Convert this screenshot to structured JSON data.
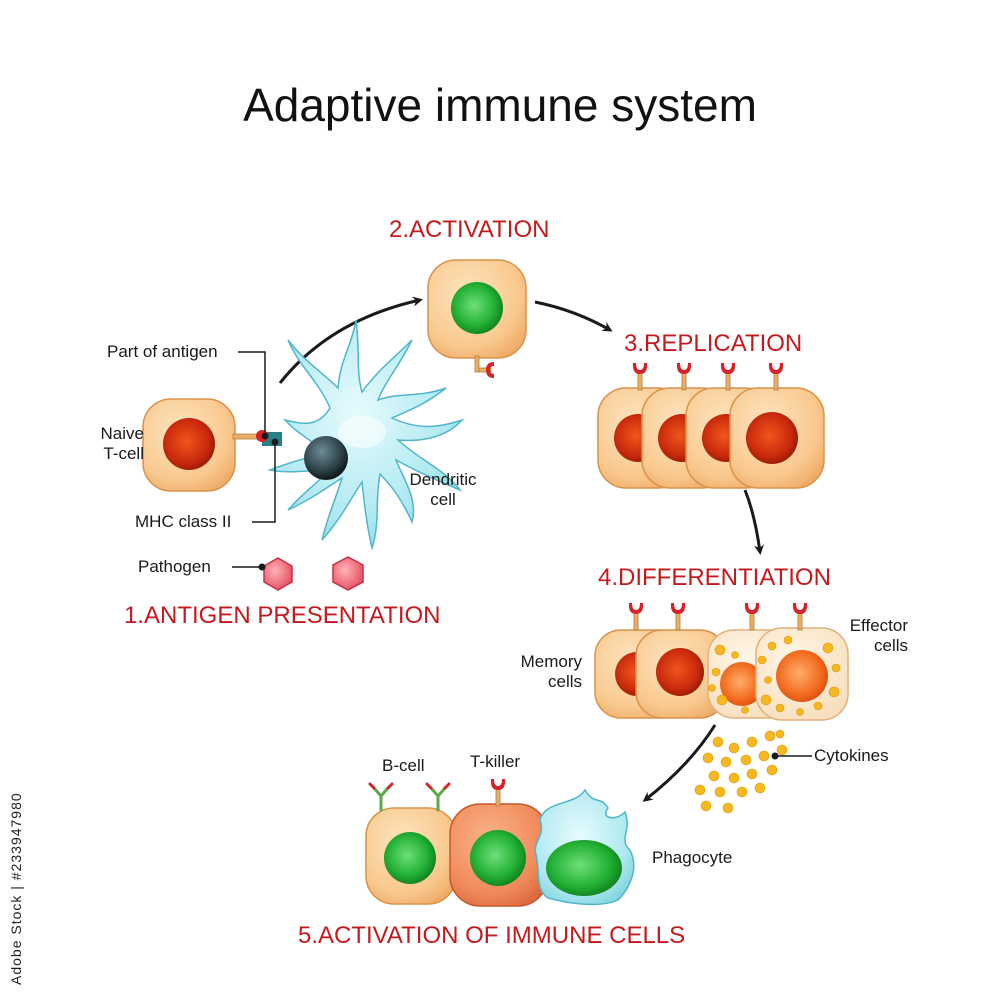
{
  "title": "Adaptive immune system",
  "steps": {
    "s1": "1.ANTIGEN PRESENTATION",
    "s2": "2.ACTIVATION",
    "s3": "3.REPLICATION",
    "s4": "4.DIFFERENTIATION",
    "s5": "5.ACTIVATION OF IMMUNE CELLS"
  },
  "labels": {
    "part_of_antigen": "Part of antigen",
    "naive_line1": "Naive",
    "naive_line2": "T-cell",
    "mhc": "MHC class II",
    "pathogen": "Pathogen",
    "dendritic_line1": "Dendritic",
    "dendritic_line2": "cell",
    "memory_line1": "Memory",
    "memory_line2": "cells",
    "effector_line1": "Effector",
    "effector_line2": "cells",
    "cytokines": "Cytokines",
    "bcell": "B-cell",
    "tkiller": "T-killer",
    "phagocyte": "Phagocyte"
  },
  "stock_id": "Adobe Stock | #233947980",
  "colors": {
    "step_red": "#c41a1e",
    "cell_body": "#f9c98f",
    "nucleus_red": "#c8290c",
    "nucleus_green": "#22b033",
    "dendritic_blue": "#aee8f0",
    "tkiller_body": "#f08a5a",
    "cytokine_yellow": "#f5b820"
  }
}
